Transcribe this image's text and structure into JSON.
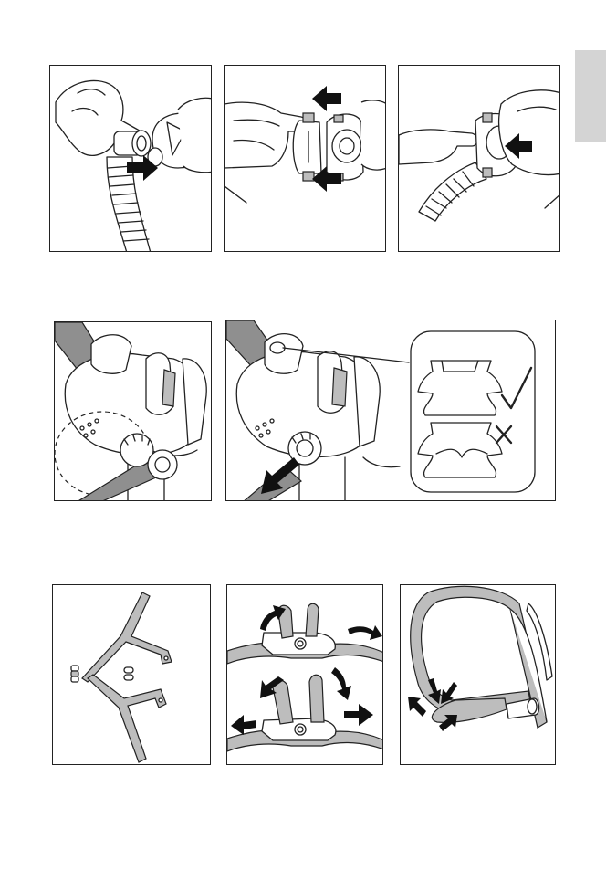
{
  "page": {
    "side_tab_color": "#d4d4d4",
    "line_color": "#222222",
    "fill_gray": "#bdbdbd"
  },
  "row1": [
    {
      "id": "fig-connect-tube-to-elbow",
      "icons": [
        "hand-icon",
        "air-tube-icon",
        "swivel-icon",
        "elbow-icon",
        "push-arrow-icon"
      ]
    },
    {
      "id": "fig-attach-elbow-to-frame",
      "icons": [
        "hand-icon",
        "elbow-icon",
        "frame-icon",
        "push-arrow-icon",
        "push-arrow-icon"
      ]
    },
    {
      "id": "fig-squeeze-and-insert",
      "icons": [
        "hand-icon",
        "air-tube-icon",
        "frame-icon",
        "push-arrow-icon"
      ]
    }
  ],
  "row2": [
    {
      "id": "fig-headgear-clip-attached",
      "icons": [
        "mask-icon",
        "headgear-clip-icon",
        "vent-holes-icon"
      ]
    },
    {
      "id": "fig-headgear-clip-removed",
      "icons": [
        "mask-icon",
        "headgear-clip-icon",
        "pull-arrow-icon"
      ],
      "callout": {
        "correct_mark": "check-mark-icon",
        "incorrect_mark": "cross-mark-icon"
      }
    }
  ],
  "row3": [
    {
      "id": "fig-frame-disassembled",
      "icons": [
        "frame-arm-icon",
        "frame-arm-icon",
        "clip-icon",
        "clip-icon"
      ]
    },
    {
      "id": "fig-frame-arms-rotate",
      "icons": [
        "frame-icon",
        "rotate-arrow-icon"
      ]
    },
    {
      "id": "fig-headgear-strap-adjust",
      "icons": [
        "headgear-strap-icon",
        "adjust-arrow-icon"
      ]
    }
  ]
}
